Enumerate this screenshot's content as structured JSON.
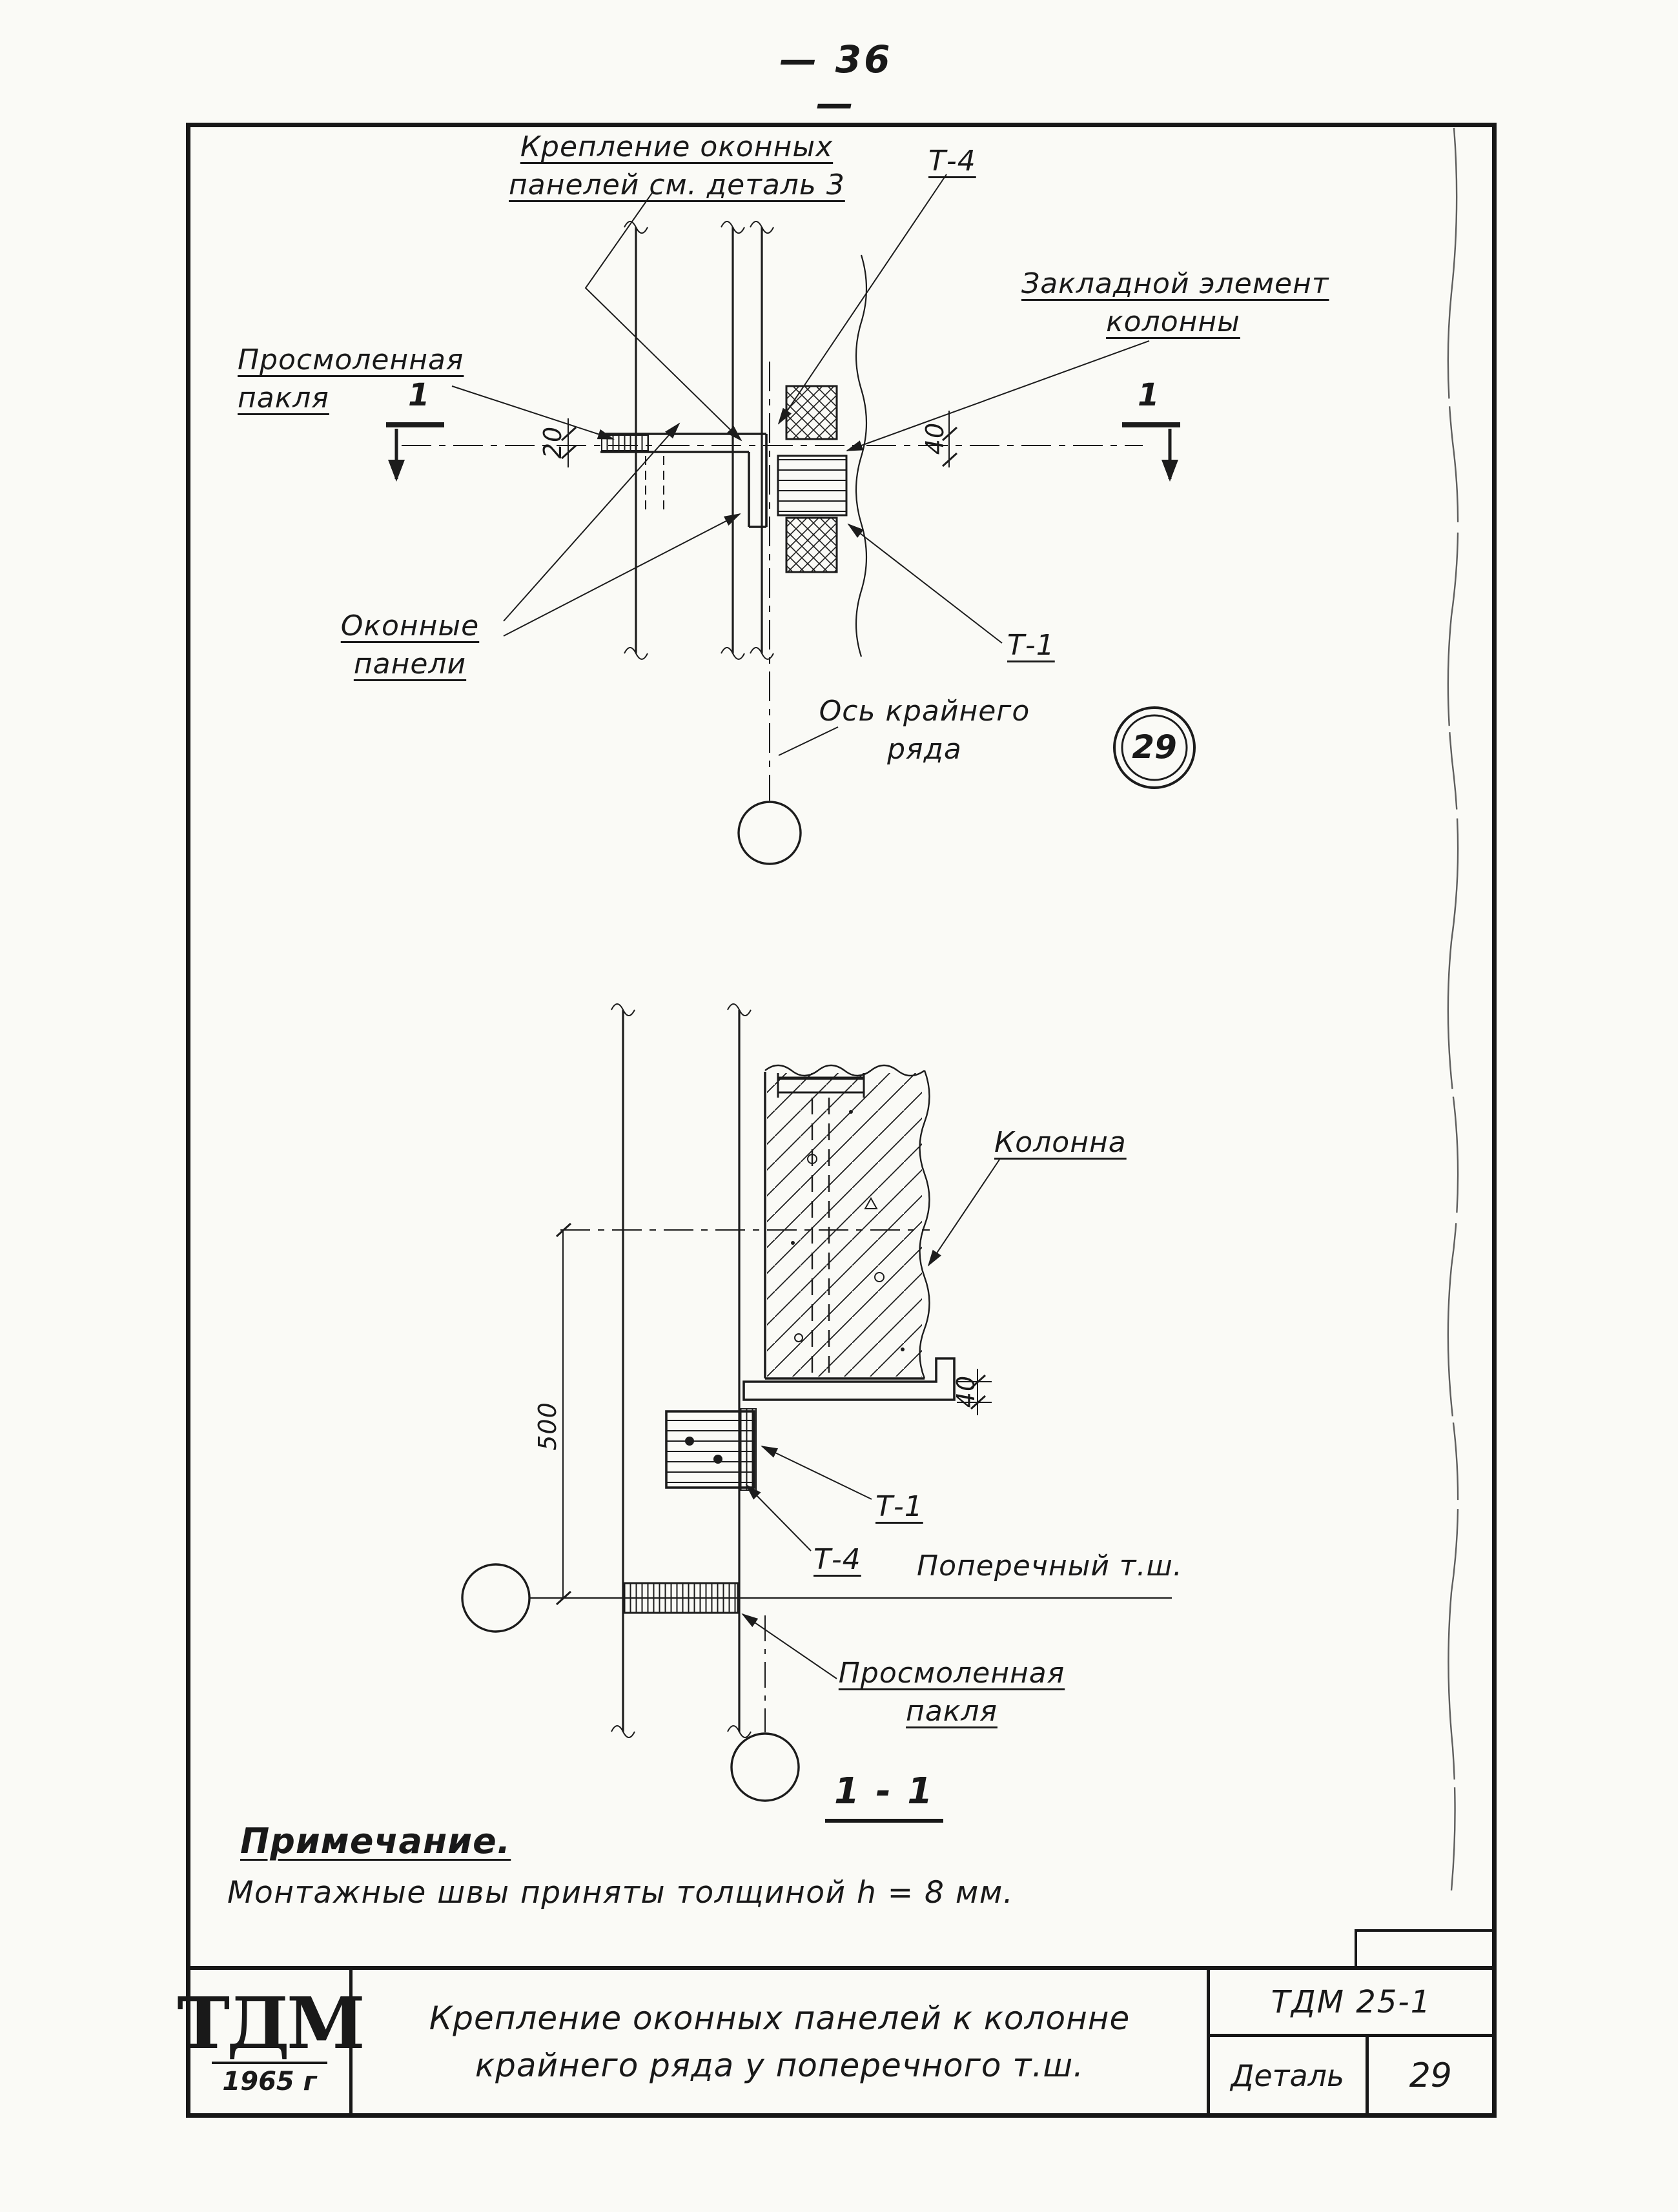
{
  "page": {
    "number": "— 36 —"
  },
  "plan": {
    "fastening_line1": "Крепление оконных",
    "fastening_line2": "панелей см. деталь 3",
    "t4": "Т-4",
    "embedded_line1": "Закладной элемент",
    "embedded_line2": "колонны",
    "oakum_line1": "Просмоленная",
    "oakum_line2": "пакля",
    "panels_line1": "Оконные",
    "panels_line2": "панели",
    "axis_line1": "Ось крайнего",
    "axis_line2": "ряда",
    "t1": "Т-1",
    "section_mark": "1",
    "dim_20": "20",
    "dim_40": "40",
    "detail_circle": "29"
  },
  "section": {
    "column": "Колонна",
    "dim_500": "500",
    "dim_40": "40",
    "t1": "Т-1",
    "t4": "Т-4",
    "joint": "Поперечный т.ш.",
    "oakum_line1": "Просмоленная",
    "oakum_line2": "пакля",
    "title": "1 - 1"
  },
  "note": {
    "heading": "Примечание.",
    "body": "Монтажные швы приняты толщиной h = 8 мм."
  },
  "stamp": {
    "logo": "ТДМ",
    "year": "1965 г",
    "title_line1": "Крепление оконных панелей к колонне",
    "title_line2": "крайнего ряда у поперечного т.ш.",
    "code": "ТДМ 25-1",
    "detail_label": "Деталь",
    "detail_number": "29"
  }
}
